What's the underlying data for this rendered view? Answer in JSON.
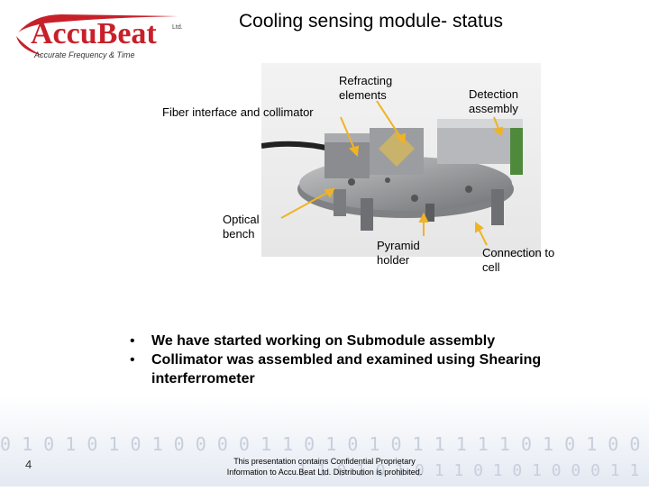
{
  "header": {
    "logo_text": "AccuBeat",
    "logo_ltd": "Ltd.",
    "logo_tagline": "Accurate Frequency & Time",
    "title": "Cooling sensing module- status"
  },
  "figure": {
    "labels": {
      "refracting": [
        "Refracting",
        "elements"
      ],
      "fiber": "Fiber interface and collimator",
      "detection": [
        "Detection",
        "assembly"
      ],
      "optical_bench": [
        "Optical",
        "bench"
      ],
      "pyramid": [
        "Pyramid",
        "holder"
      ],
      "connection": [
        "Connection to",
        "cell"
      ]
    }
  },
  "bullets": [
    "We have started working on Submodule assembly",
    "Collimator was assembled and examined using Shearing interferrometer"
  ],
  "footer": {
    "slide_number": "4",
    "confidential_line1": "This presentation contains Confidential Proprietary",
    "confidential_line2": "Information to Accu.Beat Ltd. Distribution is prohibited.",
    "binary_row1": "0 1 0 1 0 1 0 1 0 0 0 0 1 1 0 1 0 1 0 1 1 1 1 1 0 1 0 1 0 0 1 0 1 0 1 1 1",
    "binary_row2": "1 1 0 1 0 1 0 1 1 0 1 0 1 0 0 0 1 1 1 1 0 1 0 1 0 1 1 0 1 0 0 1 0 1 0"
  },
  "colors": {
    "brand_red": "#c8202a",
    "arrow_yellow": "#f0b323",
    "device_metal": "#8d8f92"
  }
}
